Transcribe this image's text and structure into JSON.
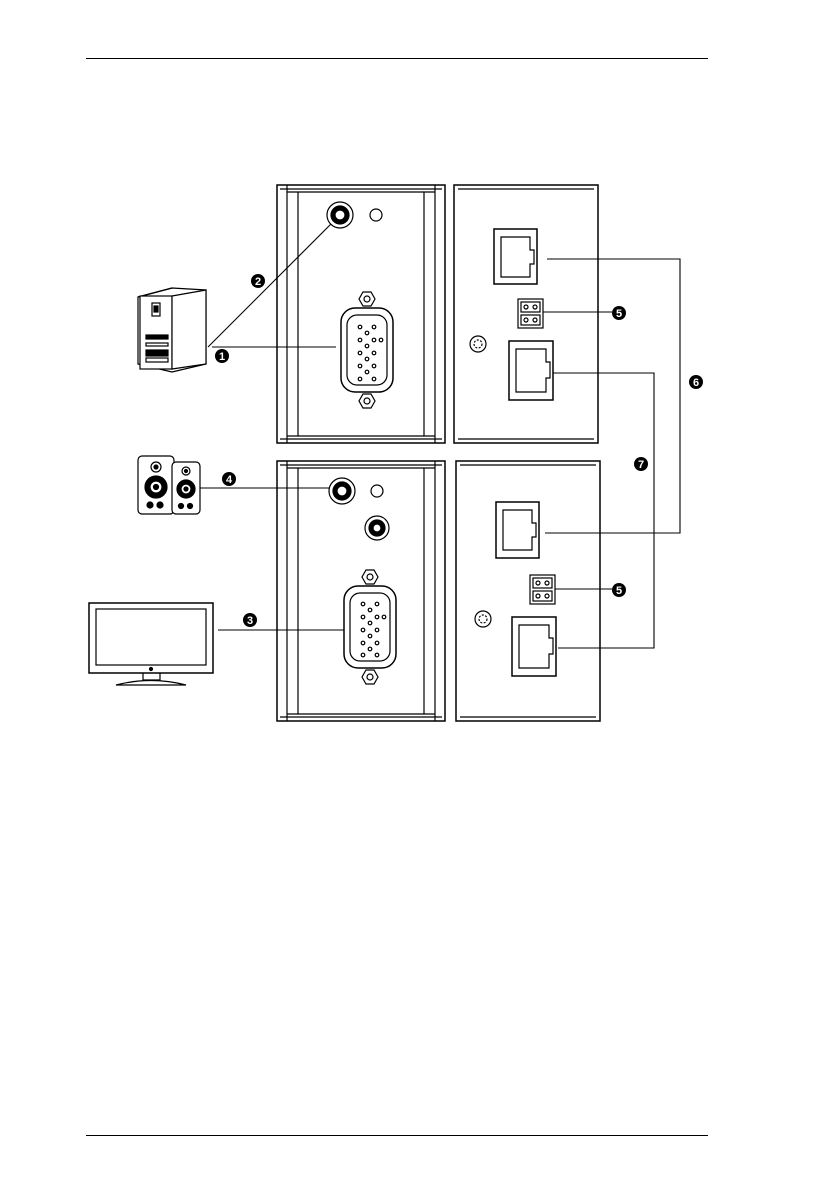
{
  "callouts": [
    {
      "label": "1"
    },
    {
      "label": "2"
    },
    {
      "label": "3"
    },
    {
      "label": "4"
    },
    {
      "label": "5"
    },
    {
      "label": "5"
    },
    {
      "label": "6"
    },
    {
      "label": "7"
    }
  ],
  "colors": {
    "line": "#000000",
    "panel": "#ffffff",
    "callout_fill": "#000000"
  },
  "icons": {
    "computer": "computer-tower-icon",
    "speakers": "speakers-icon",
    "monitor": "monitor-icon"
  }
}
